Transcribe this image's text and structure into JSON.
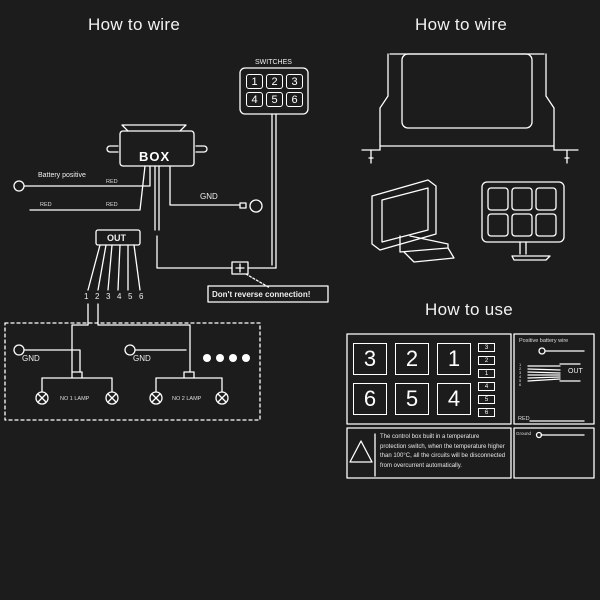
{
  "titles": {
    "wire_left": "How to wire",
    "wire_right": "How to wire",
    "use": "How to use"
  },
  "wiring": {
    "switches_label": "SWITCHES",
    "switch_keys": [
      "1",
      "2",
      "3",
      "4",
      "5",
      "6"
    ],
    "box_label": "BOX",
    "battery_positive": "Battery positive",
    "red_1": "RED",
    "red_2": "RED",
    "red_3": "RED",
    "gnd_main": "GND",
    "out_label": "OUT",
    "out_pins": [
      "1",
      "2",
      "3",
      "4",
      "5",
      "6"
    ],
    "warning": "Don't reverse connection!",
    "gnd_lamp_1": "GND",
    "gnd_lamp_2": "GND",
    "lamp_1_label": "NO 1 LAMP",
    "lamp_2_label": "NO 2 LAMP"
  },
  "usage": {
    "big_keys": [
      "3",
      "2",
      "1",
      "6",
      "5",
      "4"
    ],
    "mini_keys": [
      "3",
      "2",
      "1",
      "4",
      "5",
      "6"
    ],
    "positive_wire": "Positive battery wire",
    "wire_numbers": [
      "1",
      "2",
      "3",
      "4",
      "5",
      "6"
    ],
    "out_label": "OUT",
    "red_label": "RED",
    "ground_label": "Ground",
    "warning_text": "The control box built in a temperature protection switch, when the temperature higher than 100°C, all the circuits will be disconnected from overcurrent automatically."
  },
  "colors": {
    "background": "#1c1c1c",
    "line": "#ffffff"
  }
}
